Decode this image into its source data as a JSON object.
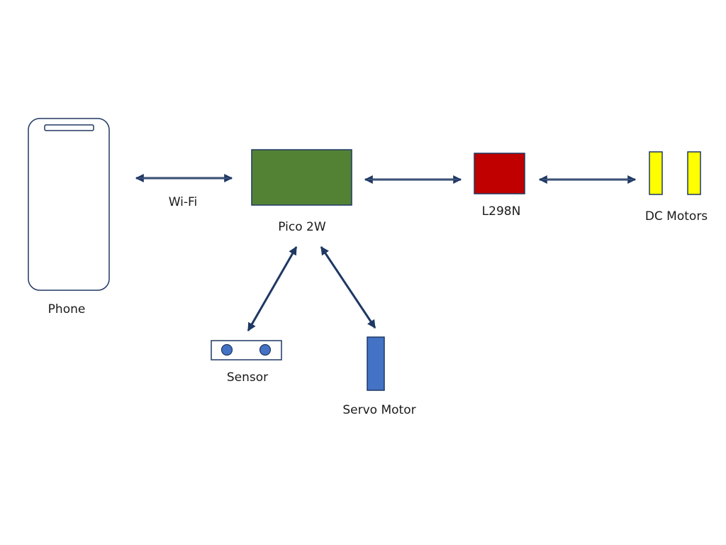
{
  "labels": {
    "phone": "Phone",
    "wifi": "Wi-Fi",
    "pico": "Pico 2W",
    "driver": "L298N",
    "dc_motors": "DC Motors",
    "sensor": "Sensor",
    "servo": "Servo Motor"
  },
  "colors": {
    "pico": "#548235",
    "driver": "#C00000",
    "dc_motor": "#FFFF00",
    "servo": "#4472C4",
    "sensor_dot": "#4472C4",
    "outline": "#1F3864",
    "arrow": "#1F3864",
    "phone_outline": "#203864"
  }
}
